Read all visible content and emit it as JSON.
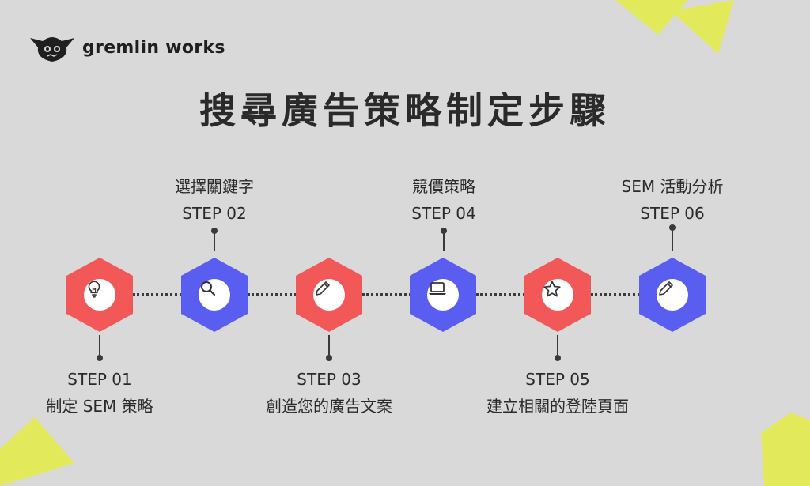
{
  "brand": {
    "name": "gremlin works"
  },
  "title": "搜尋廣告策略制定步驟",
  "colors": {
    "background": "#d9d9d9",
    "red": "#f25858",
    "blue": "#5a5ef0",
    "yellow": "#e2ea5c",
    "text": "#2a2a2a"
  },
  "steps": [
    {
      "step": "STEP 01",
      "name": "制定 SEM 策略",
      "icon": "lightbulb-icon",
      "color": "red"
    },
    {
      "step": "STEP 02",
      "name": "選擇關鍵字",
      "icon": "search-icon",
      "color": "blue"
    },
    {
      "step": "STEP 03",
      "name": "創造您的廣告文案",
      "icon": "pencil-icon",
      "color": "red"
    },
    {
      "step": "STEP 04",
      "name": "競價策略",
      "icon": "laptop-icon",
      "color": "blue"
    },
    {
      "step": "STEP 05",
      "name": "建立相關的登陸頁面",
      "icon": "star-icon",
      "color": "red"
    },
    {
      "step": "STEP 06",
      "name": "SEM 活動分析",
      "icon": "pencil-icon",
      "color": "blue"
    }
  ]
}
